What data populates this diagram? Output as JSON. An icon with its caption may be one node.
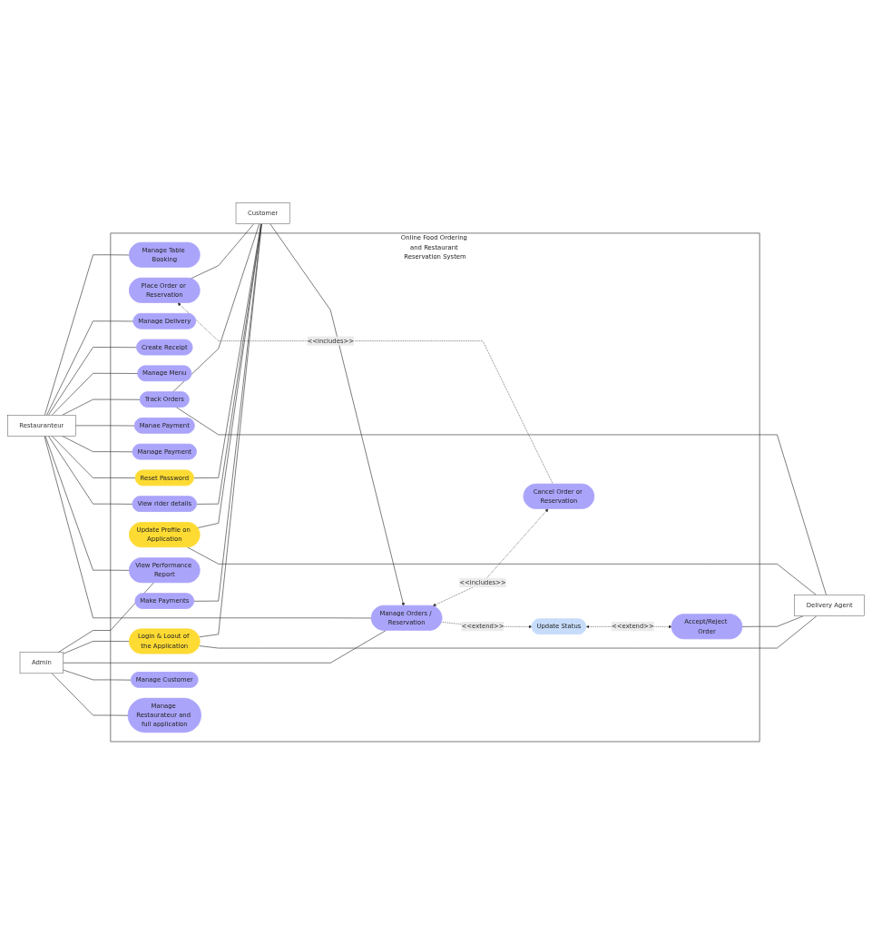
{
  "diagram": {
    "nodes": [
      {
        "text": [
          "Online Food Ordering and Restaurant Reservation System"
        ]
      },
      {
        "text": [
          "Restauranteur"
        ]
      },
      {
        "text": [
          "Admin"
        ]
      },
      {
        "text": [
          "Customer"
        ]
      },
      {
        "text": [
          "Delivery Agent"
        ]
      },
      {
        "text": [
          "Manage Table Booking"
        ],
        "in": 0
      },
      {
        "text": [
          "Place Order or Reservation"
        ],
        "in": 0
      },
      {
        "text": [
          "Cancel Order or Reservation"
        ],
        "in": 0
      },
      {
        "text": [
          "Manage Delivery"
        ],
        "in": 0
      },
      {
        "text": [
          "Create Receipt"
        ],
        "in": 0
      },
      {
        "text": [
          "Manage Menu"
        ],
        "in": 0
      },
      {
        "text": [
          "Manae Payment"
        ],
        "in": 0
      },
      {
        "text": [
          "Track Orders"
        ],
        "in": 0
      },
      {
        "text": [
          "Manage Payment"
        ],
        "in": 0
      },
      {
        "text": [
          "Login & Loout of the Application"
        ],
        "in": 0
      },
      {
        "text": [
          "View Performance Report"
        ],
        "in": 0
      },
      {
        "text": [
          "Update Profile on Application"
        ],
        "in": 0
      },
      {
        "text": [
          "Reset Password"
        ],
        "in": 0
      },
      {
        "text": [
          "Make Payments"
        ],
        "in": 0
      },
      {
        "text": [
          "Manage Orders / Reservation"
        ],
        "in": 0
      },
      {
        "text": [
          "View rider details"
        ],
        "in": 0
      },
      {
        "text": [
          "Manage Customer"
        ],
        "in": 0
      },
      {
        "text": [
          "Update Status"
        ],
        "in": 0
      },
      {
        "text": [
          "Manage Restaurateur and full application"
        ],
        "in": 0
      },
      {
        "text": [
          "Accept/Reject Order"
        ],
        "in": 0
      }
    ],
    "edges": [
      {
        "from": 1,
        "to": 5,
        "arrow": "none"
      },
      {
        "from": 1,
        "to": 8,
        "arrow": "none"
      },
      {
        "from": 1,
        "to": 9,
        "arrow": "none"
      },
      {
        "from": 1,
        "to": 10,
        "arrow": "none"
      },
      {
        "from": 1,
        "to": 12,
        "arrow": "none"
      },
      {
        "from": 1,
        "to": 11,
        "arrow": "none"
      },
      {
        "from": 1,
        "to": 13,
        "arrow": "none"
      },
      {
        "from": 1,
        "to": 17,
        "arrow": "none"
      },
      {
        "from": 1,
        "to": 20,
        "arrow": "none"
      },
      {
        "from": 1,
        "to": 15,
        "arrow": "none"
      },
      {
        "from": 1,
        "to": 19,
        "arrow": "none"
      },
      {
        "from": 2,
        "to": 15,
        "arrow": "none"
      },
      {
        "from": 2,
        "to": 14,
        "arrow": "none"
      },
      {
        "from": 2,
        "to": 19,
        "arrow": "none"
      },
      {
        "from": 2,
        "to": 21,
        "arrow": "none"
      },
      {
        "from": 2,
        "to": 23,
        "arrow": "none"
      },
      {
        "from": 6,
        "to": 3,
        "arrow": "none"
      },
      {
        "from": 12,
        "to": 3,
        "arrow": "none"
      },
      {
        "from": 14,
        "to": 3,
        "arrow": "none"
      },
      {
        "from": 16,
        "to": 3,
        "arrow": "none"
      },
      {
        "from": 17,
        "to": 3,
        "arrow": "none"
      },
      {
        "from": 18,
        "to": 3,
        "arrow": "none"
      },
      {
        "from": 20,
        "to": 3,
        "arrow": "none"
      },
      {
        "from": 3,
        "to": 19,
        "arrow": "to"
      },
      {
        "from": 12,
        "to": 4,
        "arrow": "none"
      },
      {
        "from": 14,
        "to": 4,
        "arrow": "none"
      },
      {
        "from": 16,
        "to": 4,
        "arrow": "none"
      },
      {
        "from": 24,
        "to": 4,
        "arrow": "none"
      },
      {
        "from": 7,
        "to": 6,
        "arrow": "to",
        "style": "dashed",
        "label": "<<includes>>"
      },
      {
        "from": 19,
        "to": 7,
        "arrow": "both",
        "style": "dashed",
        "label": "<<includes>>"
      },
      {
        "from": 19,
        "to": 22,
        "arrow": "to",
        "style": "dashed",
        "label": "<<extend>>"
      },
      {
        "from": 22,
        "to": 24,
        "arrow": "both",
        "style": "dashed",
        "label": "<<extend>>"
      }
    ]
  }
}
